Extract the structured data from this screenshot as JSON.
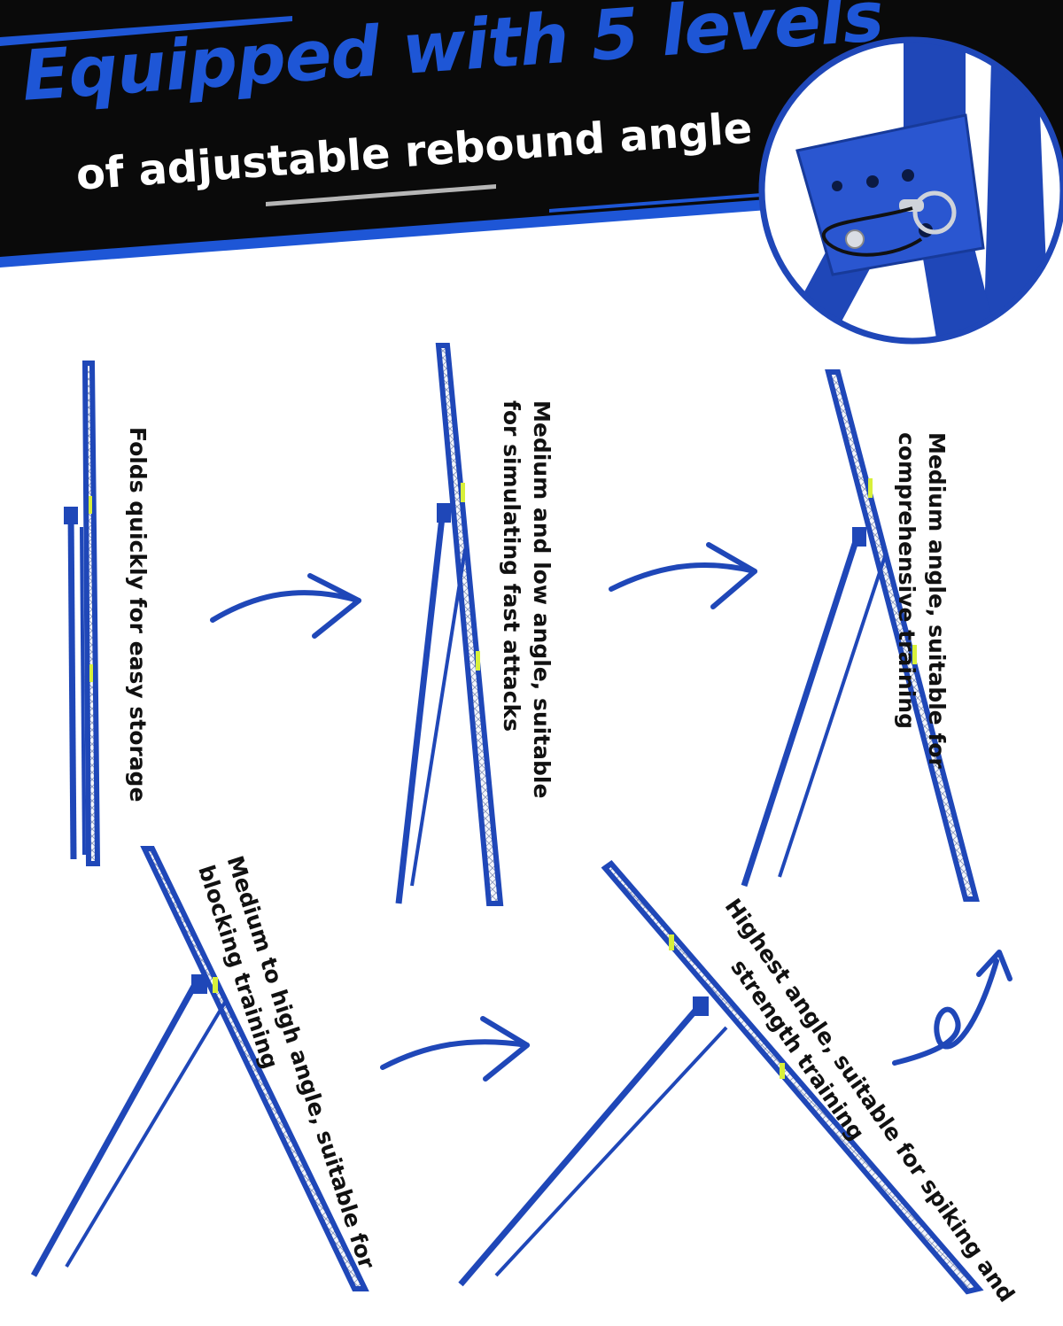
{
  "banner": {
    "title": "Equipped with 5 levels",
    "subtitle": "of adjustable rebound angle"
  },
  "levels": [
    {
      "lines": [
        "Folds quickly for easy storage"
      ]
    },
    {
      "lines": [
        "Medium and low angle, suitable",
        "for simulating fast attacks"
      ]
    },
    {
      "lines": [
        "Medium angle, suitable for",
        "comprehensive training"
      ]
    },
    {
      "lines": [
        "Medium to high angle, suitable for",
        "blocking training"
      ]
    },
    {
      "lines": [
        "Highest angle, suitable for spiking and",
        "strength training"
      ]
    }
  ],
  "colors": {
    "frame_blue": "#1f47b8",
    "banner_black": "#0a0a0a",
    "title_blue": "#1e56d6",
    "net_accent": "#d8f03a"
  }
}
